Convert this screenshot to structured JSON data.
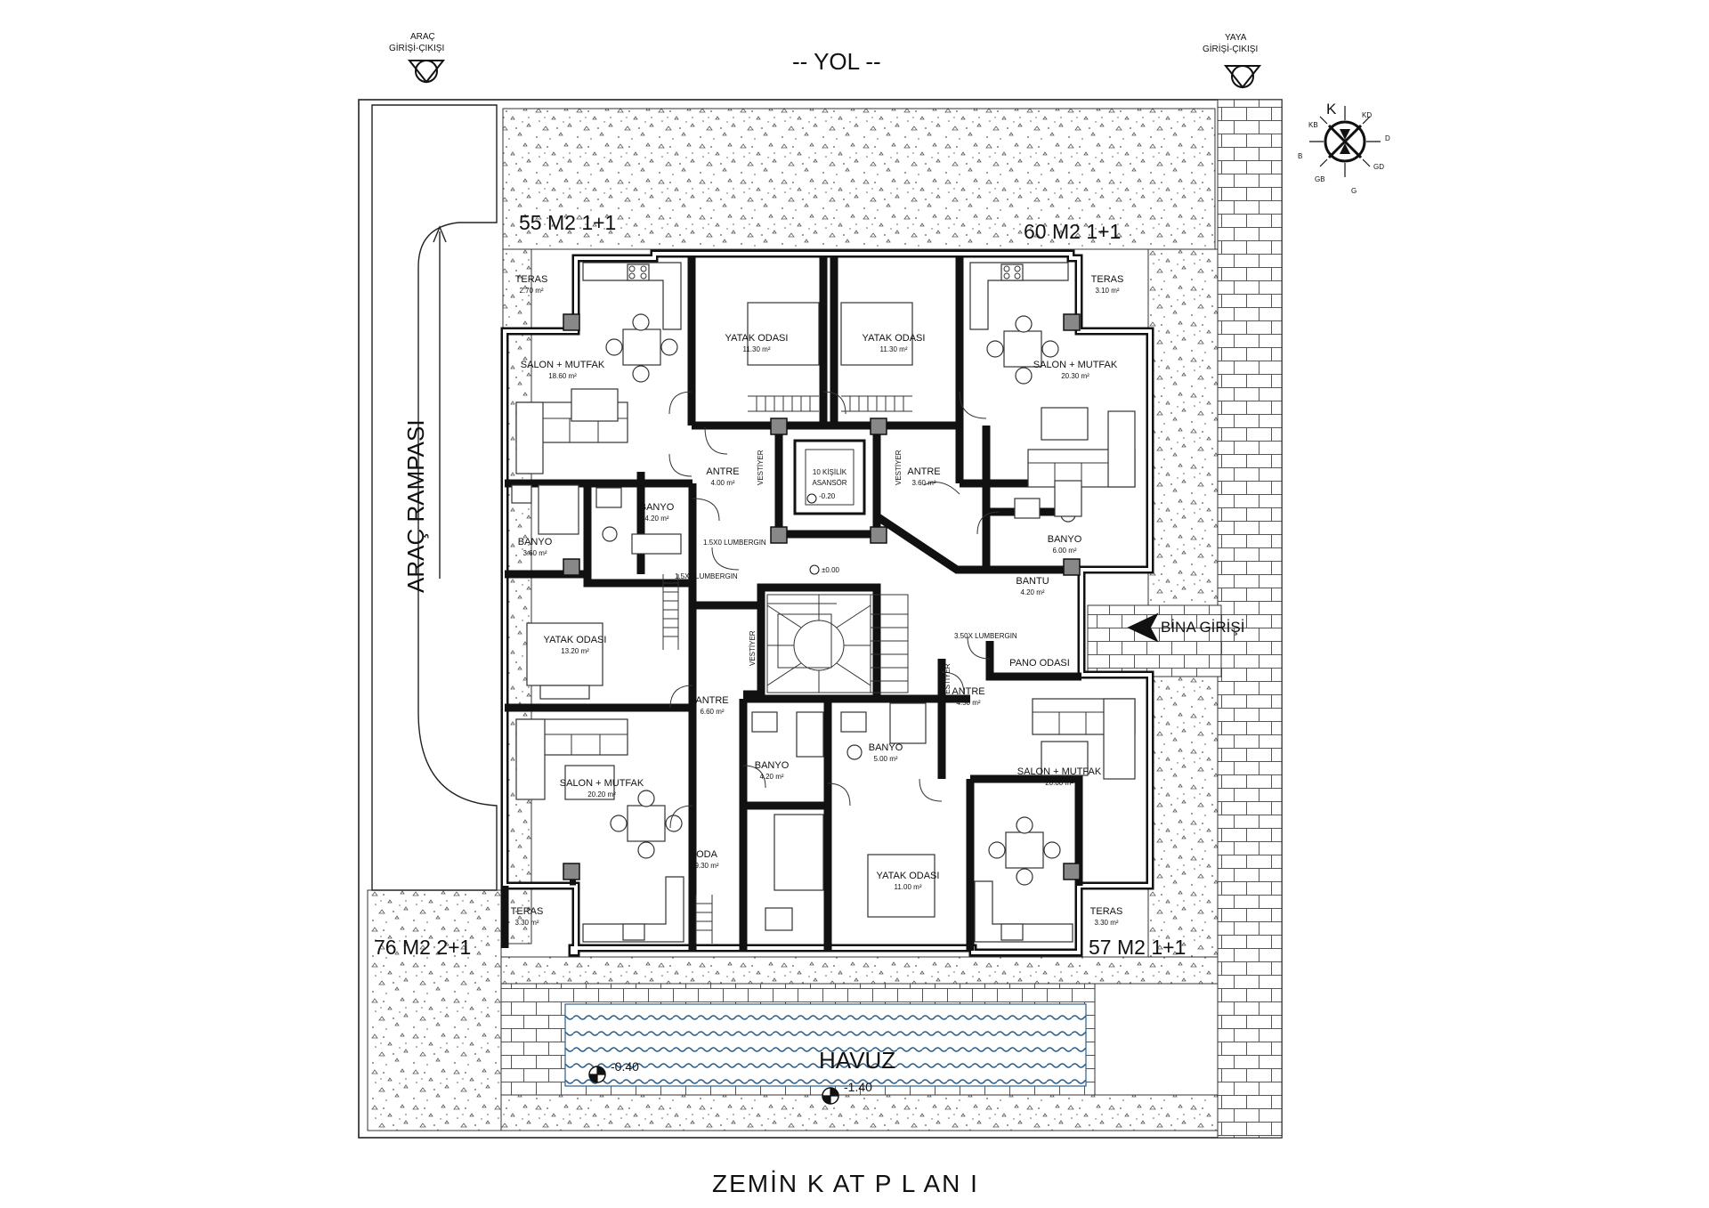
{
  "road_label": "-- YOL --",
  "vehicle_entry": {
    "line1": "ARAÇ",
    "line2": "GİRİŞİ-ÇIKIŞI"
  },
  "pedestrian_entry": {
    "line1": "YAYA",
    "line2": "GİRİŞİ-ÇIKIŞI"
  },
  "compass": {
    "n": "K",
    "ne": "KD",
    "e": "D",
    "se": "GD",
    "s": "G",
    "sw": "GB",
    "w": "B",
    "nw": "KB"
  },
  "ramp_label": "ARAÇ RAMPASI",
  "building_entrance": "BİNA GİRİŞİ",
  "pool": {
    "label": "HAVUZ",
    "level_edge": "-0.40",
    "level_pool": "-1.40"
  },
  "plan_title": "ZEMİN K AT  P L AN I",
  "units": {
    "nw": "55 M2 1+1",
    "ne": "60 M2 1+1",
    "sw": "76 M2 2+1",
    "se": "57 M2 1+1"
  },
  "rooms": {
    "teras_nw": {
      "name": "TERAS",
      "area": "2.70 m²"
    },
    "teras_ne": {
      "name": "TERAS",
      "area": "3.10 m²"
    },
    "teras_sw": {
      "name": "TERAS",
      "area": "3.30 m²"
    },
    "teras_se": {
      "name": "TERAS",
      "area": "3.30 m²"
    },
    "salon_nw": {
      "name": "SALON + MUTFAK",
      "area": "18.60 m²"
    },
    "salon_ne": {
      "name": "SALON + MUTFAK",
      "area": "20.30 m²"
    },
    "salon_sw": {
      "name": "SALON + MUTFAK",
      "area": "20.20 m²"
    },
    "salon_se": {
      "name": "SALON + MUTFAK",
      "area": "20.00 m²"
    },
    "yatak_n1": {
      "name": "YATAK ODASI",
      "area": "11.30 m²"
    },
    "yatak_n2": {
      "name": "YATAK ODASI",
      "area": "11.30 m²"
    },
    "yatak_w": {
      "name": "YATAK ODASI",
      "area": "13.20 m²"
    },
    "yatak_s": {
      "name": "YATAK ODASI",
      "area": "11.00 m²"
    },
    "antre_nw": {
      "name": "ANTRE",
      "area": "4.00 m²"
    },
    "antre_ne": {
      "name": "ANTRE",
      "area": "3.60 m²"
    },
    "antre_w": {
      "name": "ANTRE",
      "area": "6.60 m²"
    },
    "antre_se": {
      "name": "ANTRE",
      "area": "4.50 m²"
    },
    "banyo_w1": {
      "name": "BANYO",
      "area": "3.60 m²"
    },
    "banyo_w2": {
      "name": "BANYO",
      "area": "4.20 m²"
    },
    "banyo_ne": {
      "name": "BANYO",
      "area": "6.00 m²"
    },
    "banyo_c1": {
      "name": "BANYO",
      "area": "4.20 m²"
    },
    "banyo_c2": {
      "name": "BANYO",
      "area": "5.00 m²"
    },
    "oda": {
      "name": "ODA",
      "area": "9.30 m²"
    },
    "bantu": {
      "name": "BANTU",
      "area": "4.20 m²"
    },
    "pano": {
      "name": "PANO ODASI"
    },
    "elevator": {
      "line1": "10 KİŞİLİK",
      "line2": "ASANSÖR"
    }
  },
  "annotations": {
    "vestiyer": "VESTİYER",
    "lumbox": "1.5X0 LUMBERGIN",
    "lumbox2": "3.50X LUMBERGIN",
    "elev_level": "-0.20",
    "lobby_level": "±0.00"
  },
  "colors": {
    "wall": "#111111",
    "pool_wave": "#2a5e8c",
    "paving": "#555555"
  }
}
